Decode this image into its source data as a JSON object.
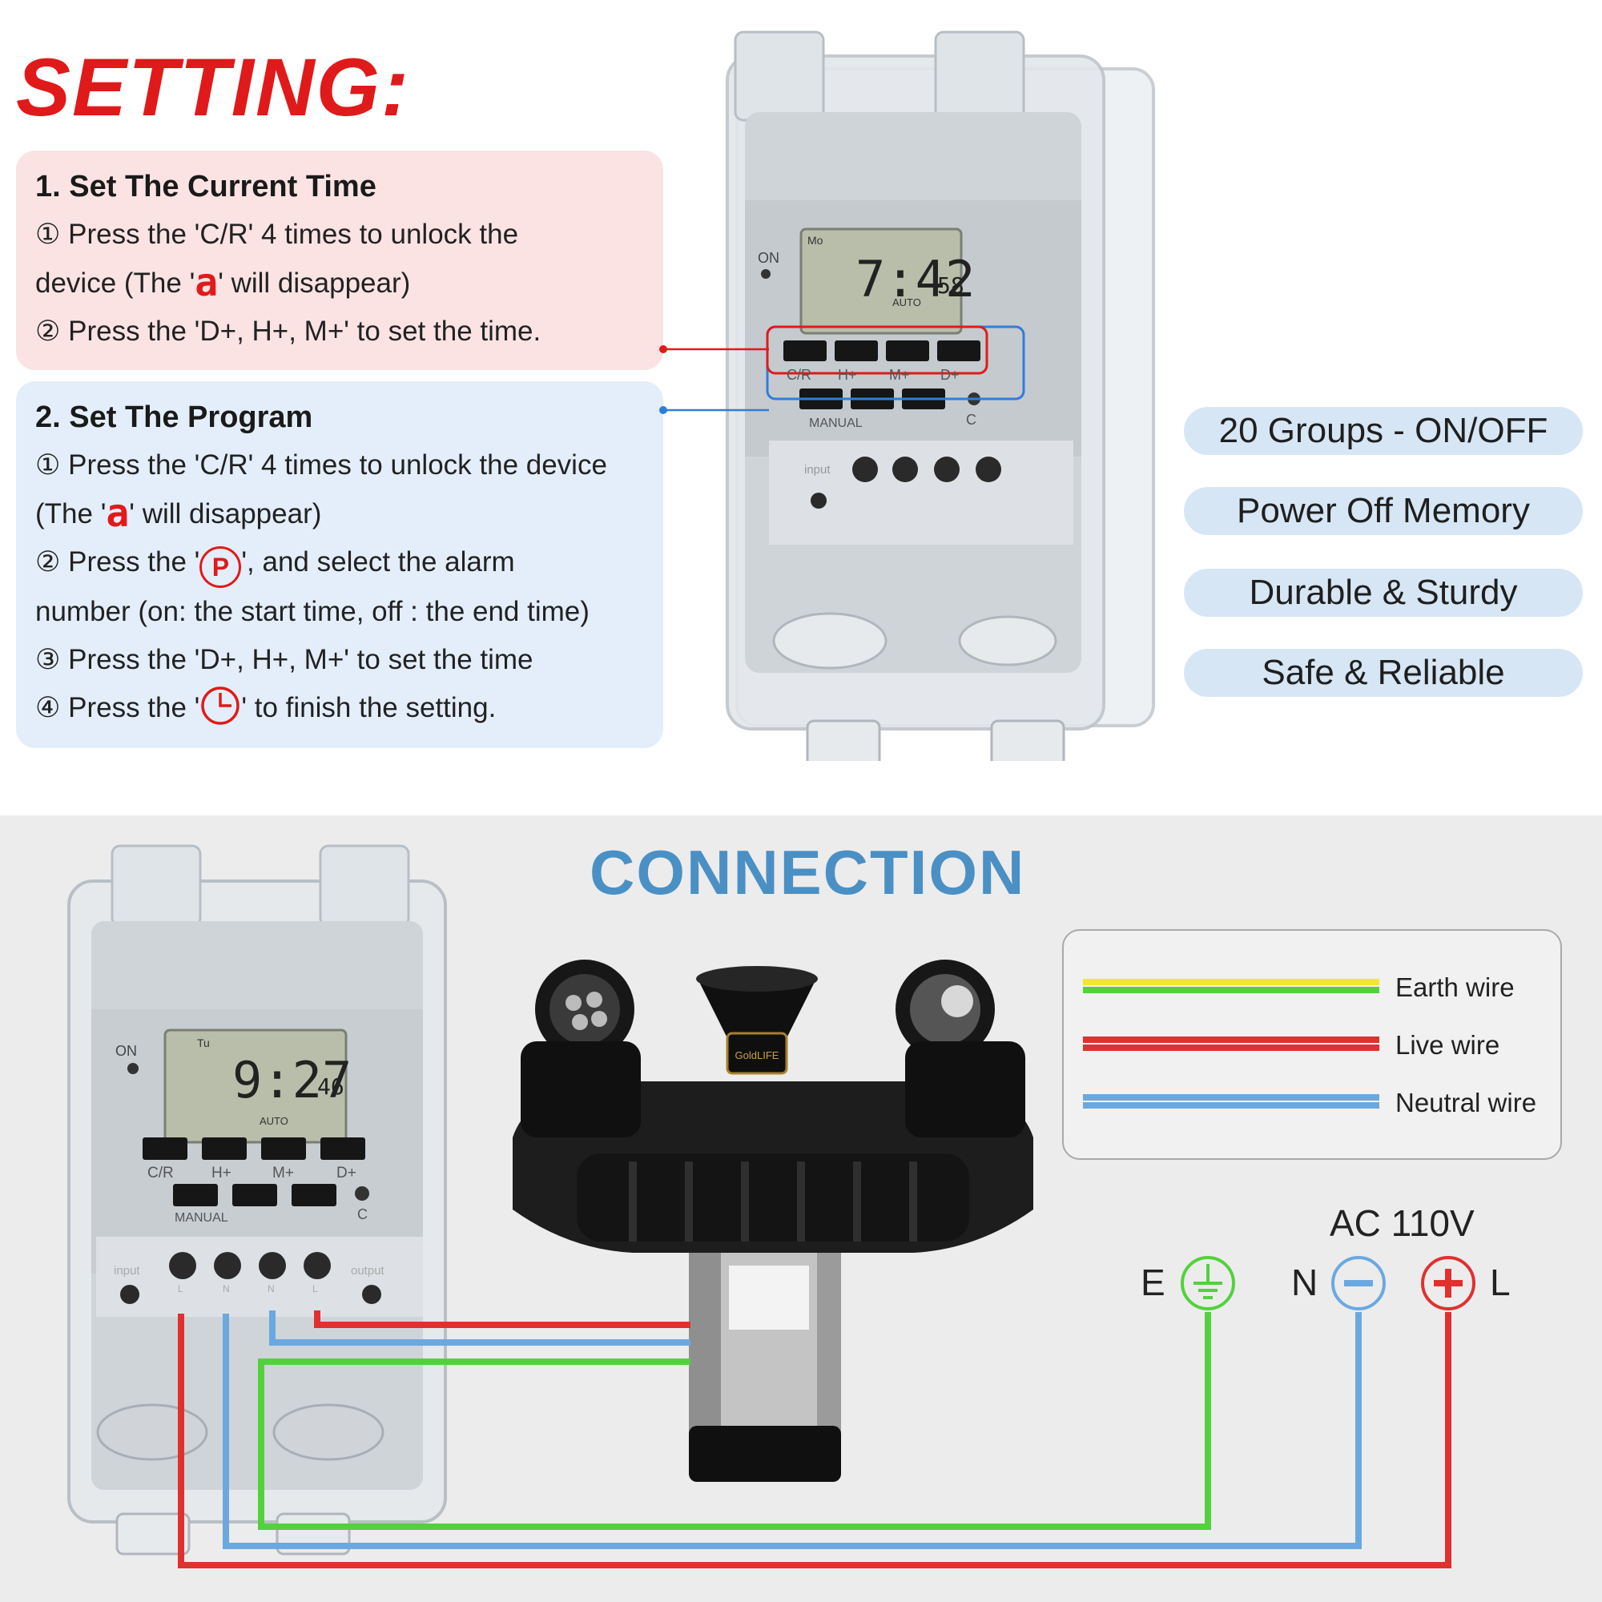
{
  "setting": {
    "title": "SETTING:",
    "panel1": {
      "title": "1. Set The Current Time",
      "step1_pre": "① Press the 'C/R' 4 times to unlock the",
      "step1_line2_pre": "device (The '",
      "step1_line2_post": "' will disappear)",
      "step2": "② Press the 'D+, H+, M+' to set the time."
    },
    "panel2": {
      "title": "2. Set The Program",
      "step1": "① Press the 'C/R' 4 times to unlock the device",
      "step1_line2_pre": "(The '",
      "step1_line2_post": "' will disappear)",
      "step2_pre": "② Press the '",
      "step2_post": "', and select the alarm",
      "step2_line2": "number (on: the start time, off : the end time)",
      "step3": "③ Press the 'D+, H+, M+' to set the time",
      "step4_pre": "④ Press the '",
      "step4_post": "' to finish the setting."
    },
    "unlock_glyph": "a",
    "program_glyph": "P"
  },
  "features": [
    "20 Groups - ON/OFF",
    "Power Off Memory",
    "Durable & Sturdy",
    "Safe & Reliable"
  ],
  "timer_top": {
    "on_label": "ON",
    "day": "Mo",
    "time": "7:42",
    "seconds": "58",
    "auto": "AUTO",
    "buttons": [
      "C/R",
      "H+",
      "M+",
      "D+"
    ],
    "manual": "MANUAL",
    "c_label": "C",
    "input_label": "input"
  },
  "connection": {
    "title": "CONNECTION",
    "legend": [
      {
        "label": "Earth wire"
      },
      {
        "label": "Live wire"
      },
      {
        "label": "Neutral wire"
      }
    ],
    "supply": "AC 110V",
    "terminals": [
      "E",
      "N",
      "L"
    ],
    "pump_brand": "GoldLIFE"
  },
  "timer_bottom": {
    "on_label": "ON",
    "day": "Tu",
    "time": "9:27",
    "seconds": "46",
    "auto": "AUTO",
    "buttons": [
      "C/R",
      "H+",
      "M+",
      "D+"
    ],
    "manual": "MANUAL",
    "c_label": "C",
    "input_label": "input",
    "output_label": "output",
    "terminal_marks": [
      "L",
      "N",
      "N",
      "L"
    ]
  },
  "colors": {
    "accent_red": "#e01a1a",
    "connection_blue": "#4a90c4",
    "earth_yellow": "#f2e634",
    "earth_green": "#53d13d",
    "live_red": "#e0312f",
    "neutral_blue": "#6ba8e0"
  }
}
